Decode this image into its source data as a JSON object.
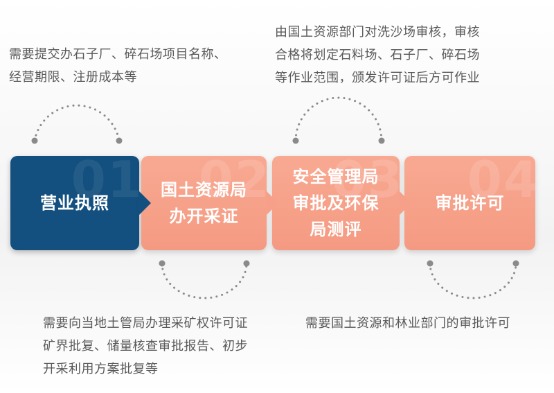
{
  "steps": [
    {
      "number": "01",
      "lines": [
        "营业执照"
      ]
    },
    {
      "number": "02",
      "lines": [
        "国土资源局",
        "办开采证"
      ]
    },
    {
      "number": "03",
      "lines": [
        "安全管理局",
        "审批及环保",
        "局测评"
      ]
    },
    {
      "number": "04",
      "lines": [
        "审批许可"
      ]
    }
  ],
  "notes": {
    "step1": [
      "需要提交办石子厂、碎石场项目名称、",
      "经营期限、注册成本等"
    ],
    "step2": [
      "需要向当地土管局办理采矿权许可证",
      "矿界批复、储量核查审批报告、初步",
      "开采利用方案批复等"
    ],
    "step3": [
      "由国土资源部门对洗沙场审核，审核",
      "合格将划定石料场、石子厂、碎石场",
      "等作业范围，颁发许可证后方可作业"
    ],
    "step4": [
      "需要国土资源和林业部门的审批许可"
    ]
  },
  "colors": {
    "step_primary": "#14507f",
    "step_secondary": "#f6a089",
    "note_text": "#595959",
    "dots": "#8a8a8a"
  }
}
